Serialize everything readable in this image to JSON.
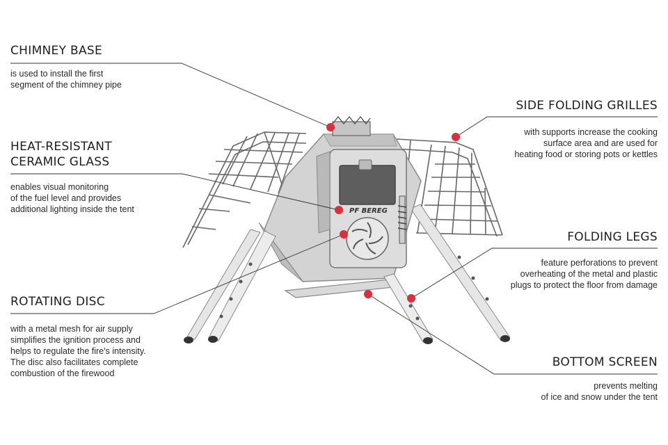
{
  "colors": {
    "dot": "#d9303b",
    "line": "#333333",
    "text": "#222222"
  },
  "stove": {
    "brand": "PF BEREG"
  },
  "callouts": [
    {
      "id": "chimney-base",
      "title": [
        "CHIMNEY BASE"
      ],
      "desc": [
        "is used to install the first",
        "segment of the chimney pipe"
      ]
    },
    {
      "id": "side-folding-grilles",
      "title": [
        "SIDE FOLDING GRILLES"
      ],
      "desc": [
        "with supports increase the cooking",
        "surface area and are used for",
        "heating food or storing pots or kettles"
      ]
    },
    {
      "id": "heat-resistant-ceramic-glass",
      "title": [
        "HEAT-RESISTANT",
        "CERAMIC GLASS"
      ],
      "desc": [
        "enables visual monitoring",
        "of the fuel level and provides",
        "additional lighting inside the tent"
      ]
    },
    {
      "id": "folding-legs",
      "title": [
        "FOLDING LEGS"
      ],
      "desc": [
        "feature perforations to prevent",
        "overheating of the metal and plastic",
        "plugs to protect the floor from damage"
      ]
    },
    {
      "id": "rotating-disc",
      "title": [
        "ROTATING DISC"
      ],
      "desc": [
        "with a metal mesh for air supply",
        "simplifies the ignition process and",
        "helps to regulate the fire's intensity.",
        "The disc also facilitates complete",
        "combustion of the firewood"
      ]
    },
    {
      "id": "bottom-screen",
      "title": [
        "BOTTOM SCREEN"
      ],
      "desc": [
        "prevents melting",
        "of ice and snow under the tent"
      ]
    }
  ]
}
